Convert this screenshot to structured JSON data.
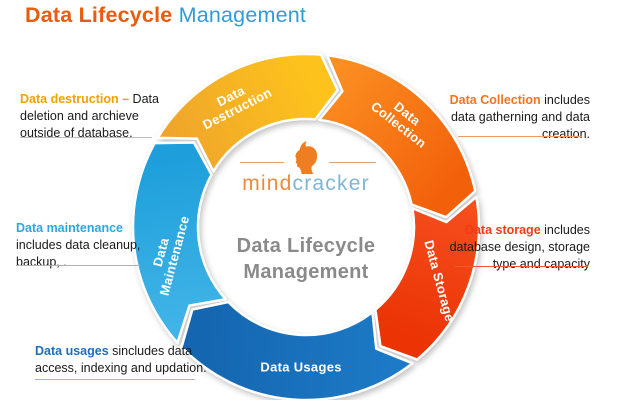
{
  "page_title": {
    "primary": "Data Lifecycle",
    "secondary": "Management",
    "primary_color": "#E95B0D",
    "secondary_color": "#2F9BD8"
  },
  "logo": {
    "mind": "mind",
    "cracker": "cracker",
    "mind_color": "#EF8A3D",
    "cracker_color": "#7EB6D7",
    "head_color": "#EF7D22",
    "accent_line_color": "#E2A172"
  },
  "center_caption": {
    "line1": "Data Lifecycle",
    "line2": "Management",
    "color": "#8A8A8A"
  },
  "cycle": {
    "direction": "clockwise",
    "segments": [
      {
        "name": "data-destruction",
        "lines": [
          "Data",
          "Destruction"
        ],
        "tail": 299,
        "head": 365,
        "label_angle": 330,
        "label_radius": 144,
        "label_rotation": -27,
        "color_tail": "#EFA52B",
        "color_head": "#FDC31C"
      },
      {
        "name": "data-collection",
        "lines": [
          "Data",
          "Collection"
        ],
        "tail": 5,
        "head": 78,
        "label_angle": 42,
        "label_radius": 145,
        "label_rotation": 38,
        "color_tail": "#FB8F22",
        "color_head": "#F2600A"
      },
      {
        "name": "data-storage",
        "lines": [
          "Data Storage"
        ],
        "tail": 78,
        "head": 140,
        "label_angle": 112,
        "label_radius": 144,
        "label_rotation": 75,
        "color_tail": "#F64E1E",
        "color_head": "#EB3304"
      },
      {
        "name": "data-usages",
        "lines": [
          "Data Usages"
        ],
        "tail": 140,
        "head": 226,
        "label_angle": 182,
        "label_radius": 140,
        "label_rotation": 0,
        "color_tail": "#1D7AC6",
        "color_head": "#1566B0"
      },
      {
        "name": "data-maintenance",
        "lines": [
          "Data",
          "Maintenance"
        ],
        "tail": 226,
        "head": 299,
        "label_angle": 259,
        "label_radius": 141,
        "label_rotation": -75,
        "color_tail": "#41B4E7",
        "color_head": "#1E9FDB"
      }
    ]
  },
  "callouts": [
    {
      "name": "data-destruction-callout",
      "lead": "Data destruction –",
      "lead_color": "#F0A202",
      "body": " Data\ndeletion and archieve\noutside of database.",
      "line_color": "#BDBDBD"
    },
    {
      "name": "data-collection-callout",
      "lead": "Data Collection",
      "lead_color": "#F4731C",
      "body": " includes\ndata gatherning and data\ncreation.",
      "line_color": "#F09A62"
    },
    {
      "name": "data-storage-callout",
      "lead": "Data storage",
      "lead_color": "#F03C14",
      "body": " includes\ndatabase design, storage\ntype and capacity",
      "line_color": "#EF5A33"
    },
    {
      "name": "data-maintenance-callout",
      "lead": "Data maintenance",
      "lead_color": "#2AA9E0",
      "body": "\nincludes data cleanup,\nbackup, .",
      "line_color": "#B0B0B0"
    },
    {
      "name": "data-usages-callout",
      "lead": "Data usages",
      "lead_color": "#1B6FC0",
      "body": " sincludes data\naccess, indexing and updation.",
      "line_color": "#9FB6D4"
    }
  ]
}
